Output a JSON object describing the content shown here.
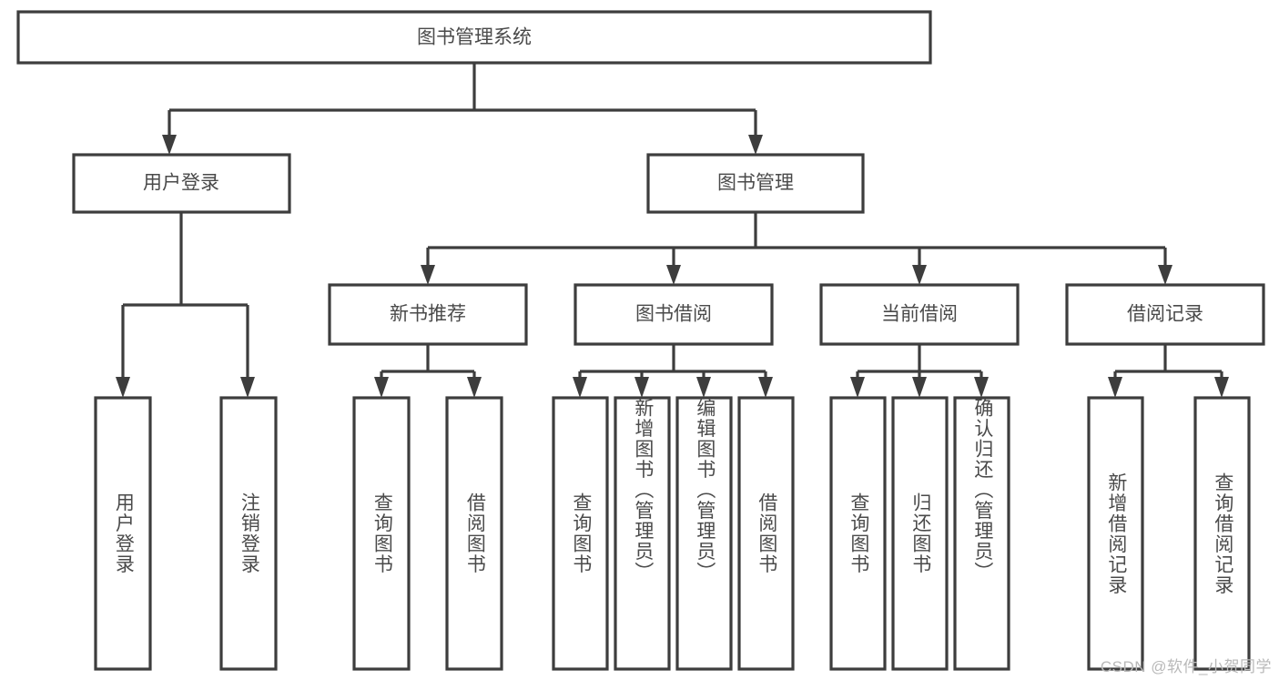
{
  "diagram": {
    "type": "tree",
    "title": "图书管理系统",
    "orientation": "top-down",
    "watermark": "CSDN @软件_小贺同学",
    "colors": {
      "background": "#ffffff",
      "box_stroke": "#3d3d3d",
      "box_fill": "#ffffff",
      "text": "#4a4a4a",
      "connector": "#3d3d3d",
      "watermark": "#b9b9b9"
    },
    "levels": {
      "root": {
        "label": "图书管理系统"
      },
      "level1": [
        {
          "label": "用户登录"
        },
        {
          "label": "图书管理"
        }
      ],
      "level2": [
        {
          "label": "新书推荐"
        },
        {
          "label": "图书借阅"
        },
        {
          "label": "当前借阅"
        },
        {
          "label": "借阅记录"
        }
      ]
    },
    "leaves": {
      "user_login": [
        {
          "label": "用户登录"
        },
        {
          "label": "注销登录"
        }
      ],
      "new_book_recommend": [
        {
          "label": "查询图书"
        },
        {
          "label": "借阅图书"
        }
      ],
      "book_borrow": [
        {
          "label": "查询图书"
        },
        {
          "label": "新增图书（管理员）"
        },
        {
          "label": "编辑图书（管理员）"
        },
        {
          "label": "借阅图书"
        }
      ],
      "current_borrow": [
        {
          "label": "查询图书"
        },
        {
          "label": "归还图书"
        },
        {
          "label": "确认归还（管理员）"
        }
      ],
      "borrow_record": [
        {
          "label": "新增借阅记录"
        },
        {
          "label": "查询借阅记录"
        }
      ]
    }
  }
}
